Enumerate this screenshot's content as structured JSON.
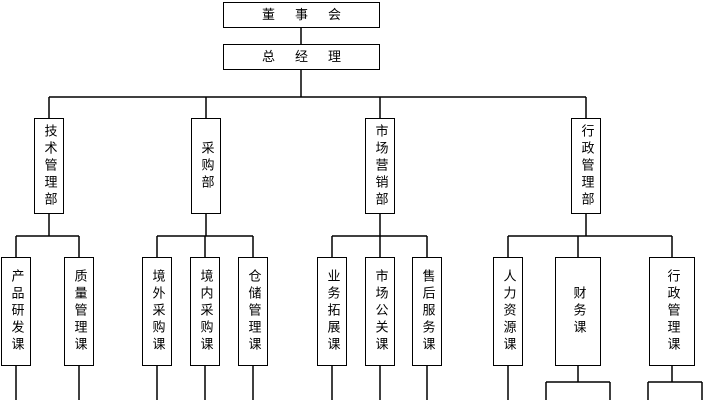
{
  "top": {
    "board": "董事会",
    "general_manager": "总经理"
  },
  "departments": {
    "tech": "技术管理部",
    "purchasing": "采购部",
    "marketing": "市场营销部",
    "admin": "行政管理部"
  },
  "sections": {
    "product_rd": "产品研发课",
    "quality": "质量管理课",
    "domestic_purchase": "境外采购课",
    "inland_purchase": "境内采购课",
    "warehouse": "仓储管理课",
    "biz_dev": "业务拓展课",
    "public_relations": "市场公关课",
    "after_sales": "售后服务课",
    "hr": "人力资源课",
    "finance": "财务课",
    "administration": "行政管理课"
  },
  "colors": {
    "line": "#000000",
    "box_border": "#000000",
    "background": "#ffffff"
  }
}
